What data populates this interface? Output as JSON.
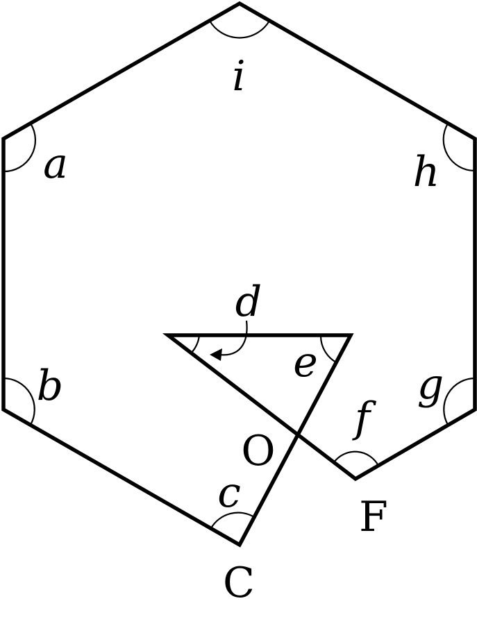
{
  "diagram": {
    "angle_labels": {
      "a": "a",
      "b": "b",
      "c": "c",
      "d": "d",
      "e": "e",
      "f": "f",
      "g": "g",
      "h": "h",
      "i": "i"
    },
    "point_labels": {
      "O": "O",
      "F": "F",
      "C": "C"
    }
  }
}
